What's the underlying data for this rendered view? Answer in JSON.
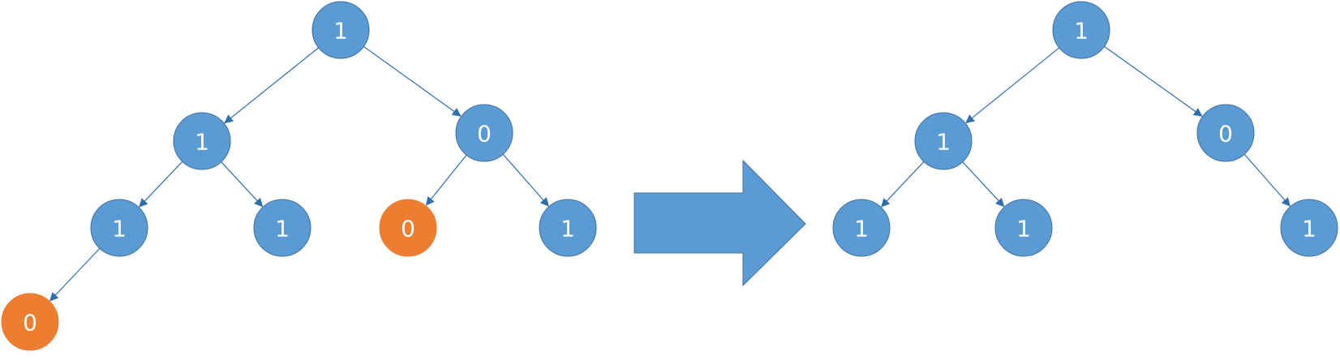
{
  "colors": {
    "node_fill": "#5b9bd5",
    "node_stroke": "#41719c",
    "removed_fill": "#ed7d31",
    "edge": "#2f6fad",
    "arrow_fill": "#5b9bd5",
    "label": "#ffffff"
  },
  "before_tree": {
    "nodes": [
      {
        "id": "root",
        "label": "1",
        "removed": false
      },
      {
        "id": "l",
        "label": "1",
        "removed": false
      },
      {
        "id": "r",
        "label": "0",
        "removed": false
      },
      {
        "id": "ll",
        "label": "1",
        "removed": false
      },
      {
        "id": "lr",
        "label": "1",
        "removed": false
      },
      {
        "id": "rl",
        "label": "0",
        "removed": true
      },
      {
        "id": "rr",
        "label": "1",
        "removed": false
      },
      {
        "id": "lll",
        "label": "0",
        "removed": true
      }
    ],
    "edges": [
      [
        "root",
        "l"
      ],
      [
        "root",
        "r"
      ],
      [
        "l",
        "ll"
      ],
      [
        "l",
        "lr"
      ],
      [
        "r",
        "rl"
      ],
      [
        "r",
        "rr"
      ],
      [
        "ll",
        "lll"
      ]
    ]
  },
  "after_tree": {
    "nodes": [
      {
        "id": "root",
        "label": "1",
        "removed": false
      },
      {
        "id": "l",
        "label": "1",
        "removed": false
      },
      {
        "id": "r",
        "label": "0",
        "removed": false
      },
      {
        "id": "ll",
        "label": "1",
        "removed": false
      },
      {
        "id": "lr",
        "label": "1",
        "removed": false
      },
      {
        "id": "rr",
        "label": "1",
        "removed": false
      }
    ],
    "edges": [
      [
        "root",
        "l"
      ],
      [
        "root",
        "r"
      ],
      [
        "l",
        "ll"
      ],
      [
        "l",
        "lr"
      ],
      [
        "r",
        "rr"
      ]
    ]
  },
  "transform_arrow": {
    "icon": "right-block-arrow-icon"
  }
}
